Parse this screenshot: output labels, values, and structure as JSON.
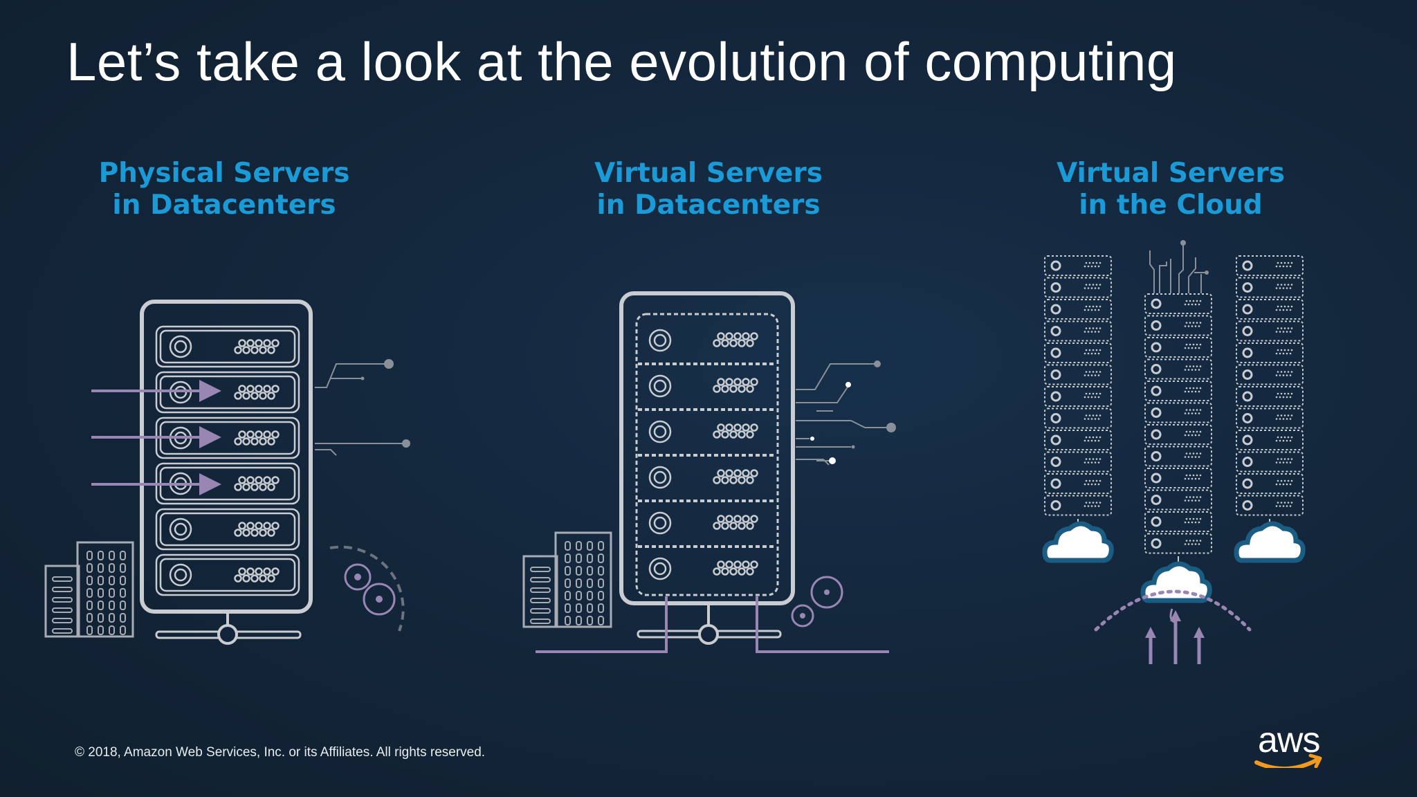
{
  "slide": {
    "title": "Let’s take a look at the evolution of computing",
    "sections": [
      {
        "line1": "Physical Servers",
        "line2": "in Datacenters"
      },
      {
        "line1": "Virtual Servers",
        "line2": "in Datacenters"
      },
      {
        "line1": "Virtual Servers",
        "line2": "in the Cloud"
      }
    ],
    "copyright": "© 2018, Amazon Web Services, Inc. or its Affiliates. All rights reserved.",
    "logo_text": "aws"
  },
  "colors": {
    "background": "#13233a",
    "heading": "#1a9ad6",
    "outline": "#c9ccd1",
    "arrow": "#9a86b3",
    "logo_smile": "#f29a1f"
  }
}
